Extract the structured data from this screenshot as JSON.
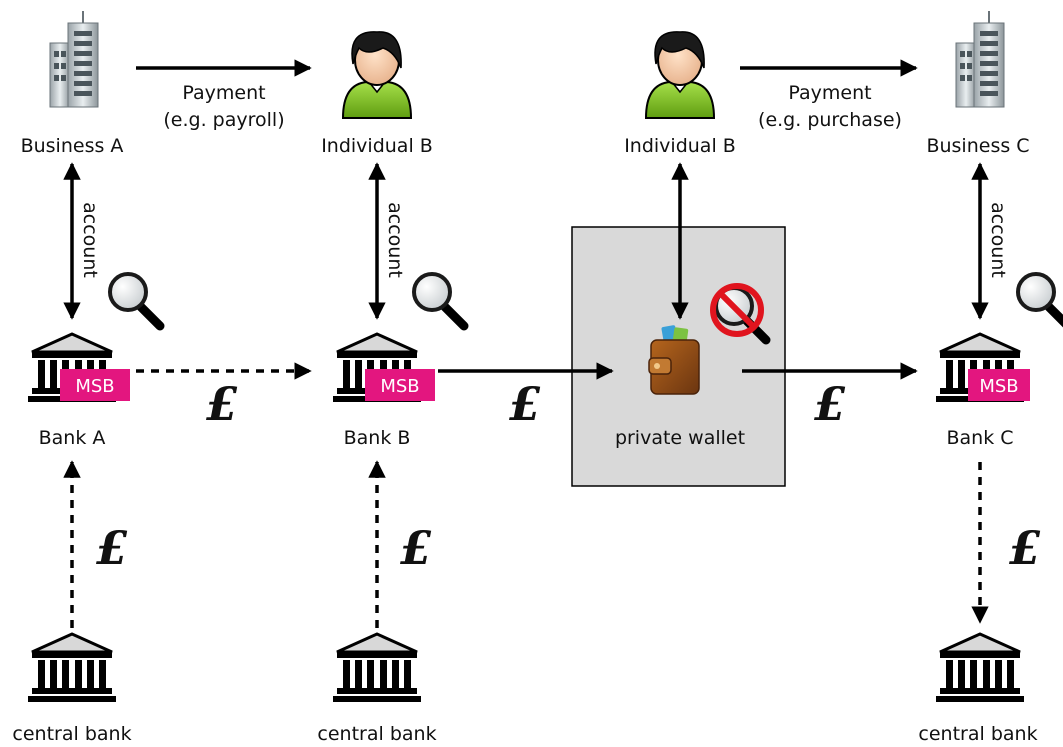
{
  "nodes": {
    "business_a": "Business A",
    "individual_b_left": "Individual B",
    "individual_b_right": "Individual B",
    "business_c": "Business C",
    "bank_a": "Bank A",
    "bank_b": "Bank B",
    "bank_c": "Bank C",
    "wallet": "private wallet",
    "central_bank_a": "central bank",
    "central_bank_b": "central bank",
    "central_bank_c": "central bank"
  },
  "edges": {
    "payment_1_line1": "Payment",
    "payment_1_line2": "(e.g. payroll)",
    "payment_2_line1": "Payment",
    "payment_2_line2": "(e.g. purchase)",
    "account_a": "account",
    "account_b": "account",
    "account_c": "account"
  },
  "badges": {
    "msb_a": "MSB",
    "msb_b": "MSB",
    "msb_c": "MSB"
  },
  "currency": {
    "symbol": "£"
  },
  "colors": {
    "msb_badge": "#e3167f",
    "wallet_box": "#d9d9d9",
    "person_body": "#8ccd1e",
    "no_surveillance": "#e0141e"
  },
  "icons": {
    "business": "office-building-icon",
    "individual": "person-icon",
    "bank": "bank-building-icon",
    "inspection": "magnifier-icon",
    "no_inspection": "no-surveillance-icon",
    "wallet": "wallet-icon"
  }
}
